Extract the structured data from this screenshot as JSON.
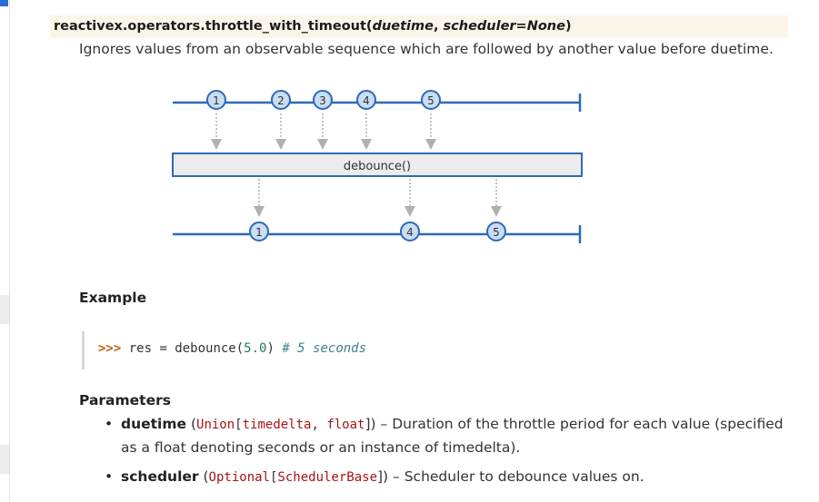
{
  "signature": {
    "name": "reactivex.operators.throttle_with_timeout(",
    "arg1": "duetime",
    "sep": ", ",
    "arg2": "scheduler=None",
    "close": ")"
  },
  "description": "Ignores values from an observable sequence which are followed by another value before duetime.",
  "diagram": {
    "input_items": [
      "1",
      "2",
      "3",
      "4",
      "5"
    ],
    "operator_label": "debounce()",
    "output_items": [
      "1",
      "4",
      "5"
    ]
  },
  "example": {
    "heading": "Example",
    "prompt": ">>>",
    "code_pre": " res = debounce(",
    "code_num": "5.0",
    "code_post": ") ",
    "code_comment": "# 5 seconds"
  },
  "parameters": {
    "heading": "Parameters",
    "items": [
      {
        "name": "duetime",
        "open": " (",
        "type_outer": "Union",
        "type_lb": "[",
        "type_a": "timedelta",
        "type_comma": ", ",
        "type_b": "float",
        "type_rb": "])",
        "desc": " – Duration of the throttle period for each value (specified as a float denoting seconds or an instance of timedelta)."
      },
      {
        "name": "scheduler",
        "open": " (",
        "type_outer": "Optional",
        "type_lb": "[",
        "type_a": "SchedulerBase",
        "type_rb": "])",
        "desc": " – Scheduler to debounce values on."
      }
    ]
  },
  "colors": {
    "accent": "#2a6cd6",
    "signature_bg": "#fbf4e8",
    "marble_fill": "#c9ddf3",
    "marble_stroke": "#2e6ab5",
    "type_text": "#a31515"
  }
}
